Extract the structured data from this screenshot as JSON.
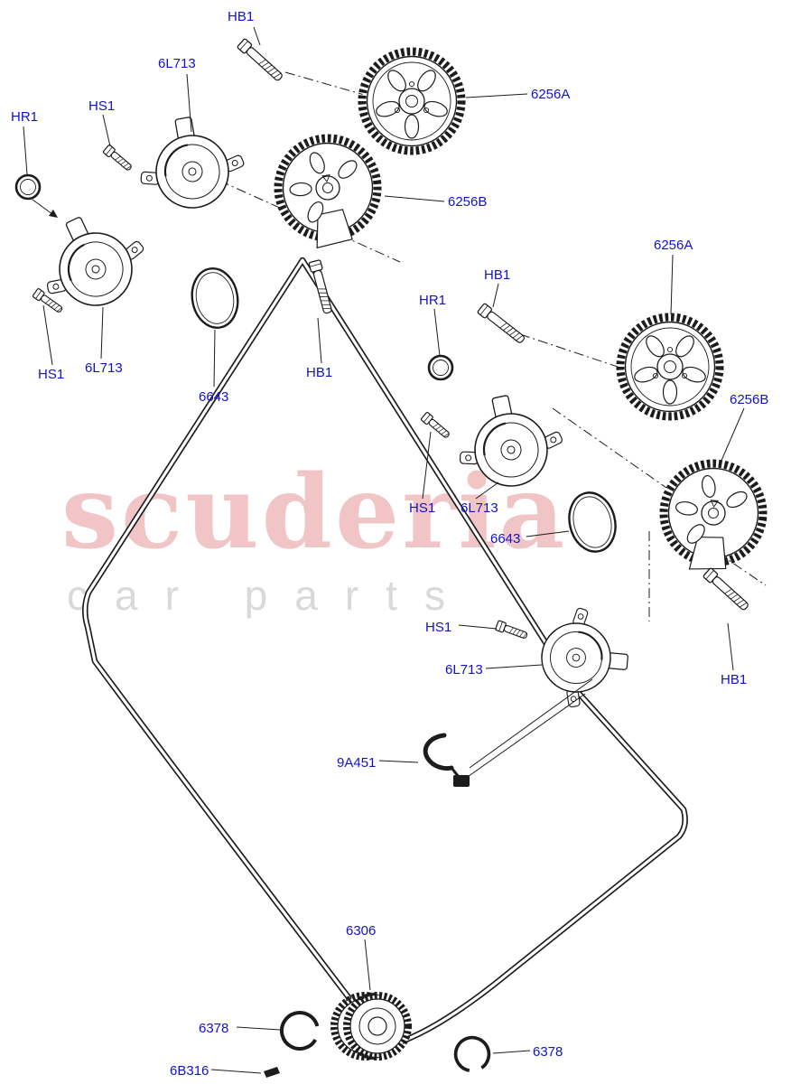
{
  "title": "Timing chain and camshaft phaser exploded parts diagram",
  "watermark": {
    "line1": "scuderia",
    "line2": "car parts"
  },
  "colors": {
    "label_color": "#1212cc",
    "line_color": "#1c1c1c",
    "watermark_pink": "rgba(224,126,126,0.45)",
    "watermark_gray": "#d9d9d9",
    "background": "#ffffff"
  },
  "labels": [
    {
      "text": "HB1"
    },
    {
      "text": "6L713"
    },
    {
      "text": "6256A"
    },
    {
      "text": "HR1"
    },
    {
      "text": "HS1"
    },
    {
      "text": "6256B"
    },
    {
      "text": "6256A"
    },
    {
      "text": "HB1"
    },
    {
      "text": "HR1"
    },
    {
      "text": "HS1"
    },
    {
      "text": "6L713"
    },
    {
      "text": "6643"
    },
    {
      "text": "HB1"
    },
    {
      "text": "6256B"
    },
    {
      "text": "HS1"
    },
    {
      "text": "6L713"
    },
    {
      "text": "6643"
    },
    {
      "text": "HS1"
    },
    {
      "text": "6L713"
    },
    {
      "text": "HB1"
    },
    {
      "text": "9A451"
    },
    {
      "text": "6306"
    },
    {
      "text": "6378"
    },
    {
      "text": "6378"
    },
    {
      "text": "6B316"
    }
  ]
}
